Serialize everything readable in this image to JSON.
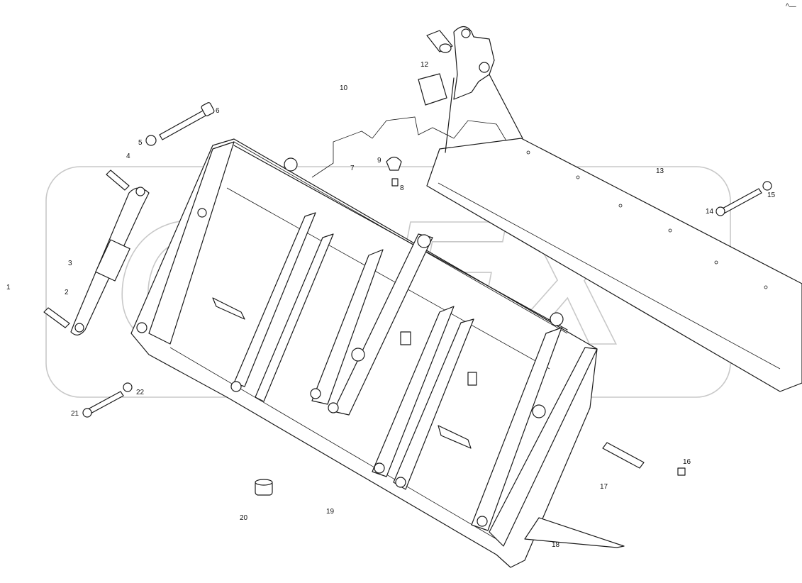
{
  "watermark": {
    "text": "OPEX"
  },
  "corner_mark": "^—",
  "callouts": [
    {
      "id": "c1",
      "text": "1"
    },
    {
      "id": "c2",
      "text": "2"
    },
    {
      "id": "c3",
      "text": "3"
    },
    {
      "id": "c4",
      "text": "4"
    },
    {
      "id": "c5",
      "text": "5"
    },
    {
      "id": "c6",
      "text": "6"
    },
    {
      "id": "c7",
      "text": "7"
    },
    {
      "id": "c8",
      "text": "8"
    },
    {
      "id": "c9",
      "text": "9"
    },
    {
      "id": "c10",
      "text": "10"
    },
    {
      "id": "c12",
      "text": "12"
    },
    {
      "id": "c13",
      "text": "13"
    },
    {
      "id": "c14",
      "text": "14"
    },
    {
      "id": "c15",
      "text": "15"
    },
    {
      "id": "c16",
      "text": "16"
    },
    {
      "id": "c17",
      "text": "17"
    },
    {
      "id": "c18",
      "text": "18"
    },
    {
      "id": "c19",
      "text": "19"
    },
    {
      "id": "c20",
      "text": "20"
    },
    {
      "id": "c21",
      "text": "21"
    },
    {
      "id": "c22",
      "text": "22"
    }
  ]
}
